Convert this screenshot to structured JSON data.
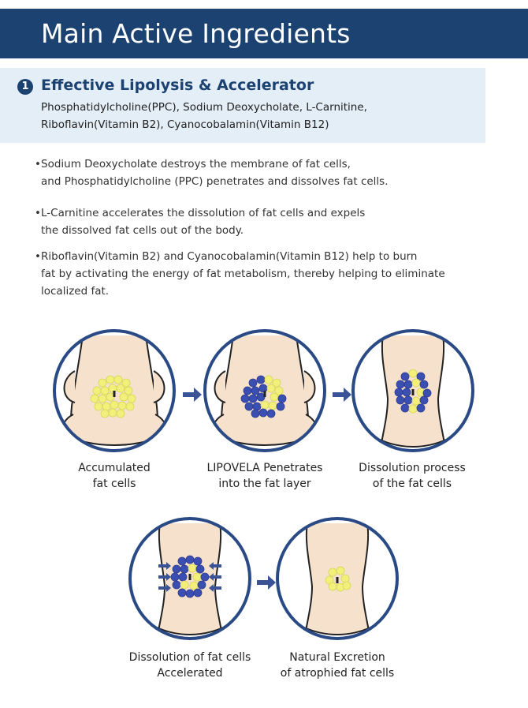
{
  "header": {
    "title": "Main Active Ingredients"
  },
  "section": {
    "number": "1",
    "title": "Effective Lipolysis & Accelerator",
    "subtitle_line1": "Phosphatidylcholine(PPC), Sodium Deoxycholate, L-Carnitine,",
    "subtitle_line2": "Riboflavin(Vitamin B2), Cyanocobalamin(Vitamin B12)"
  },
  "bullets": [
    {
      "lines": [
        "Sodium Deoxycholate destroys the membrane of fat cells,",
        "and Phosphatidylcholine (PPC) penetrates and dissolves fat cells."
      ]
    },
    {
      "lines": [
        "L-Carnitine accelerates the dissolution of fat cells and expels",
        "the dissolved fat cells out of the body."
      ]
    },
    {
      "lines": [
        "Riboflavin(Vitamin B2) and Cyanocobalamin(Vitamin B12) help to burn",
        "fat by activating the energy of fat metabolism, thereby helping to eliminate",
        "localized fat."
      ]
    }
  ],
  "steps": [
    {
      "line1": "Accumulated",
      "line2": "fat cells"
    },
    {
      "line1": "LIPOVELA Penetrates",
      "line2": "into the fat layer"
    },
    {
      "line1": "Dissolution process",
      "line2": "of the fat cells"
    },
    {
      "line1": "Dissolution of fat cells",
      "line2": "Accelerated"
    },
    {
      "line1": "Natural Excretion",
      "line2": "of atrophied fat cells"
    }
  ],
  "colors": {
    "navy": "#1c4272",
    "light_blue_bg": "#e4eef7",
    "circle_stroke": "#2a4a86",
    "skin": "#f6e1cc",
    "fat_yellow": "#f2f07a",
    "fat_blue": "#3b4fb3",
    "arrow": "#3a5396"
  }
}
